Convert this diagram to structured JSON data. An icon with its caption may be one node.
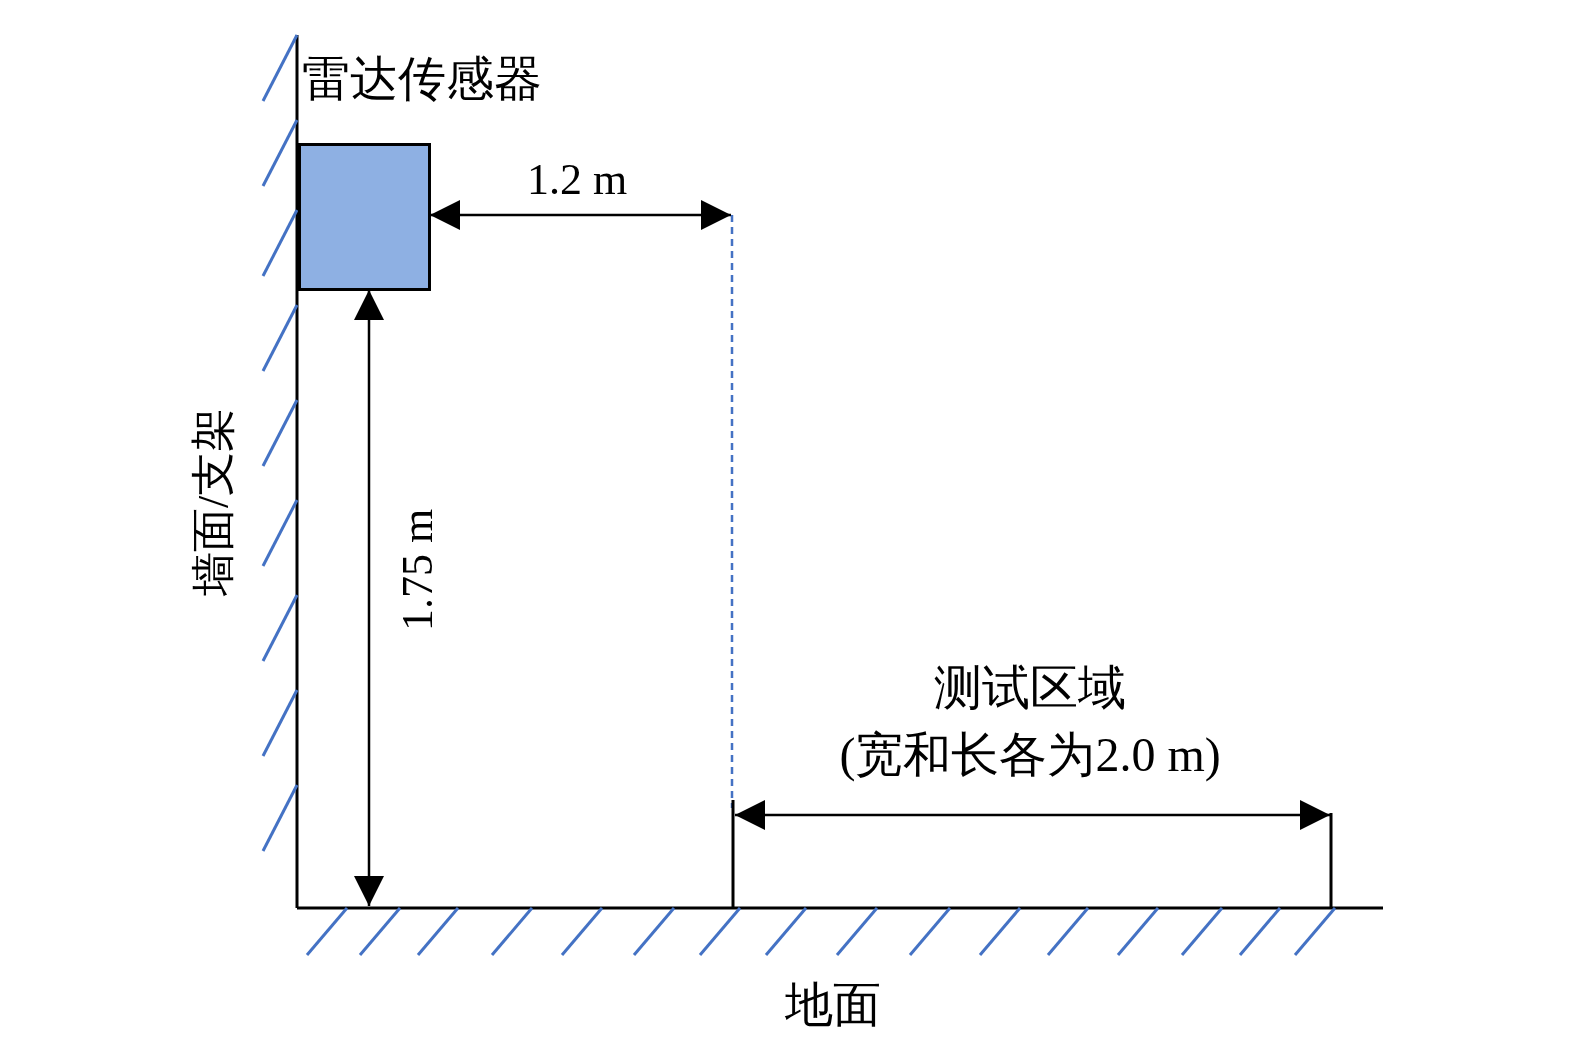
{
  "diagram": {
    "nodes": [
      {
        "text": [
          "雷达传感器"
        ]
      }
    ],
    "labels": [
      "1.2 m",
      "墙面/支架",
      "1.75 m",
      "测试区域",
      "(宽和长各为2.0 m)",
      "地面"
    ]
  }
}
